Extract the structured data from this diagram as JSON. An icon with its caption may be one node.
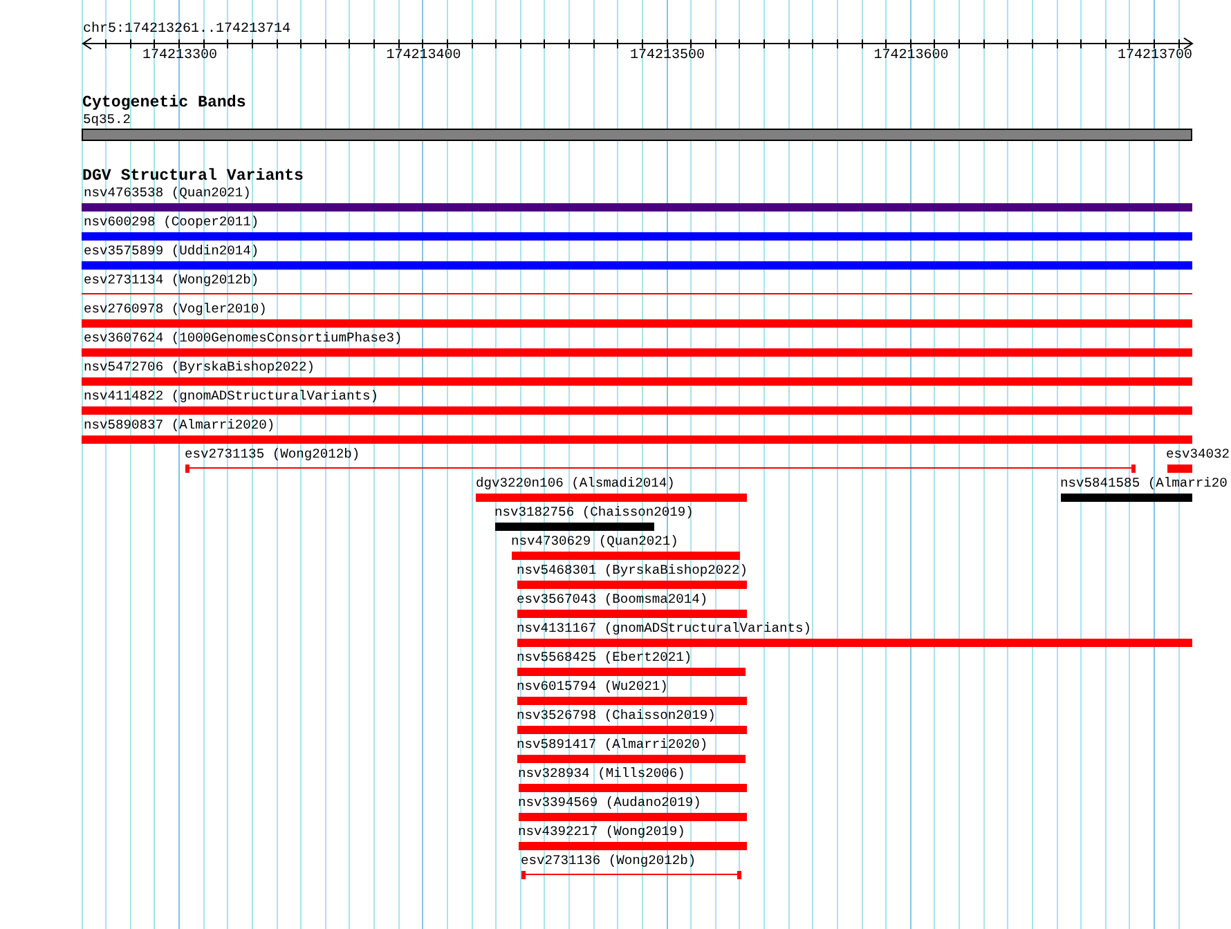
{
  "diagram": {
    "nodes": [
      {
        "text": [
          "5q35.2"
        ]
      },
      {
        "text": [
          "nsv4763538 (Quan2021)"
        ]
      },
      {
        "text": [
          "nsv600298 (Cooper2011)"
        ]
      },
      {
        "text": [
          "esv3575899 (Uddin2014)"
        ]
      },
      {
        "text": [
          "esv2731134 (Wong2012b)"
        ]
      },
      {
        "text": [
          "esv2760978 (Vogler2010)"
        ]
      },
      {
        "text": [
          "esv3607624 (1000GenomesConsortiumPhase3)"
        ]
      },
      {
        "text": [
          "nsv5472706 (ByrskaBishop2022)"
        ]
      },
      {
        "text": [
          "nsv4114822 (gnomADStructuralVariants)"
        ]
      },
      {
        "text": [
          "nsv5890837 (Almarri2020)"
        ]
      },
      {
        "text": [
          "esv2731135 (Wong2012b)"
        ]
      },
      {
        "text": [
          "esv34032"
        ]
      },
      {
        "text": [
          "dgv3220n106 (Alsmadi2014)"
        ]
      },
      {
        "text": [
          "nsv5841585 (Almarri20"
        ]
      },
      {
        "text": [
          "nsv3182756 (Chaisson2019)"
        ]
      },
      {
        "text": [
          "nsv4730629 (Quan2021)"
        ]
      },
      {
        "text": [
          "nsv5468301 (ByrskaBishop2022)"
        ]
      },
      {
        "text": [
          "esv3567043 (Boomsma2014)"
        ]
      },
      {
        "text": [
          "nsv4131167 (gnomADStructuralVariants)"
        ]
      },
      {
        "text": [
          "nsv5568425 (Ebert2021)"
        ]
      },
      {
        "text": [
          "nsv6015794 (Wu2021)"
        ]
      },
      {
        "text": [
          "nsv3526798 (Chaisson2019)"
        ]
      },
      {
        "text": [
          "nsv5891417 (Almarri2020)"
        ]
      },
      {
        "text": [
          "nsv328934 (Mills2006)"
        ]
      },
      {
        "text": [
          "nsv3394569 (Audano2019)"
        ]
      },
      {
        "text": [
          "nsv4392217 (Wong2019)"
        ]
      },
      {
        "text": [
          "esv2731136 (Wong2012b)"
        ]
      }
    ],
    "labels": [
      "chr5:174213261..174213714",
      "174213300",
      "174213400",
      "174213500",
      "174213600",
      "174213700",
      "Cytogenetic Bands",
      "DGV Structural Variants"
    ]
  }
}
